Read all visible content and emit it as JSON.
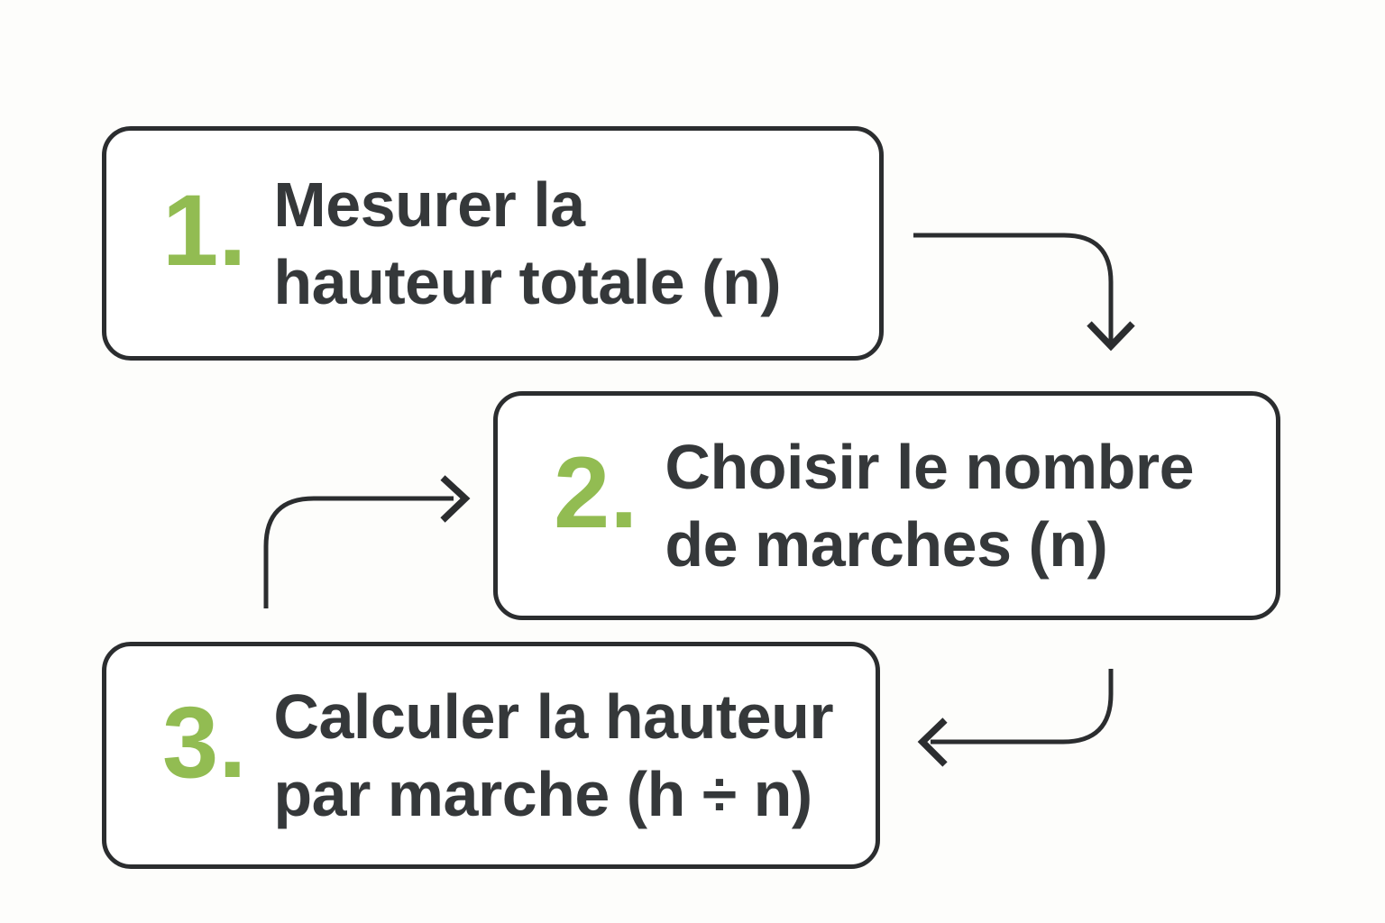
{
  "colors": {
    "accent": "#92BC52",
    "ink": "#2B2D2F",
    "text": "#35383A",
    "background": "#FDFDFB",
    "box_fill": "#FFFFFF"
  },
  "diagram": {
    "type": "flowchart",
    "language": "fr",
    "steps": [
      {
        "number": "1.",
        "line1": "Mesurer la",
        "line2": "hauteur totale (n)"
      },
      {
        "number": "2.",
        "line1": "Choisir le nombre",
        "line2": "de marches (n)"
      },
      {
        "number": "3.",
        "line1": "Calculer la hauteur",
        "line2": "par marche (h ÷ n)"
      }
    ],
    "arrows": [
      {
        "name": "arrow-step1-to-step2",
        "direction": "right-then-down"
      },
      {
        "name": "arrow-into-step2",
        "direction": "up-then-right"
      },
      {
        "name": "arrow-step2-to-step3",
        "direction": "down-then-left"
      }
    ]
  }
}
